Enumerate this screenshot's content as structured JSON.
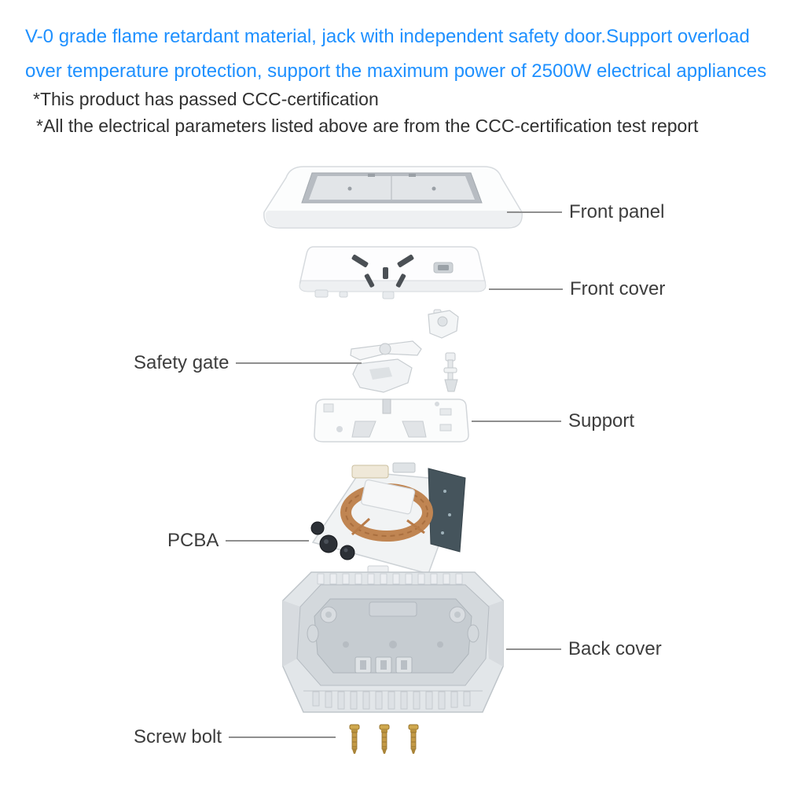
{
  "header": {
    "headline_line1": "V-0 grade flame retardant material, jack with independent safety door.Support overload",
    "headline_line2": "over temperature protection, support the maximum power of 2500W electrical appliances",
    "headline_color": "#1e90ff",
    "note1": "*This product has passed CCC-certification",
    "note2": "*All the electrical parameters listed above are from the CCC-certification test report"
  },
  "diagram": {
    "labels": {
      "front_panel": "Front panel",
      "front_cover": "Front cover",
      "safety_gate": "Safety gate",
      "support": "Support",
      "pcba": "PCBA",
      "back_cover": "Back cover",
      "screw_bolt": "Screw bolt"
    },
    "leader_line_color": "#8f8f8f",
    "label_color": "#3d3d3d"
  }
}
